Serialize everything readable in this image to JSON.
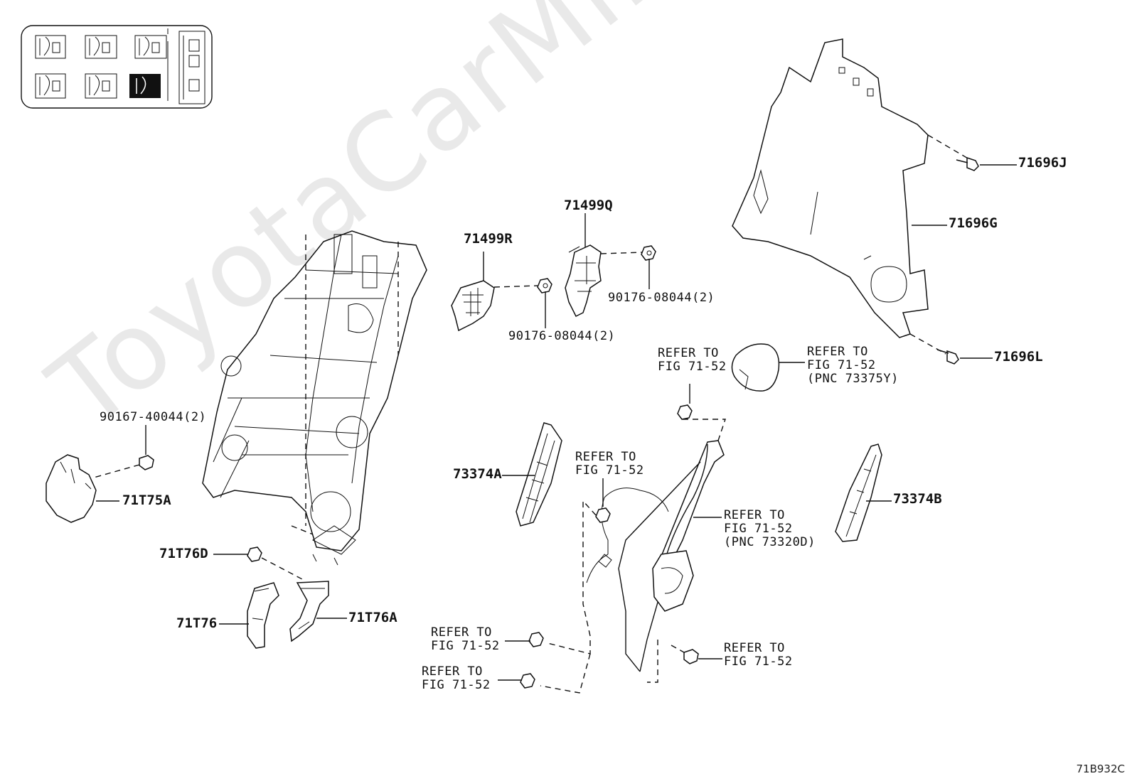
{
  "diagram_code": "71B932C",
  "watermark_text": "ToyotaCarMine.ru",
  "labels": {
    "p71696J": "71696J",
    "p71696G": "71696G",
    "p71696L": "71696L",
    "p71499Q": "71499Q",
    "p71499R": "71499R",
    "bolt_right": "90176-08044(2)",
    "bolt_left": "90176-08044(2)",
    "bolt_seat": "90167-40044(2)",
    "p71T75A": "71T75A",
    "p71T76D": "71T76D",
    "p71T76": "71T76",
    "p71T76A": "71T76A",
    "p73374A": "73374A",
    "p73374B": "73374B",
    "ref_top": "REFER TO\nFIG 71-52",
    "ref_cover": "REFER TO\nFIG 71-52\n(PNC 73375Y)",
    "ref_mid": "REFER TO\nFIG 71-52",
    "ref_belt": "REFER TO\nFIG 71-52\n(PNC 73320D)",
    "ref_bottom1": "REFER TO\nFIG 71-52",
    "ref_bottom2": "REFER TO\nFIG 71-52",
    "ref_bottom_right": "REFER TO\nFIG 71-52"
  }
}
